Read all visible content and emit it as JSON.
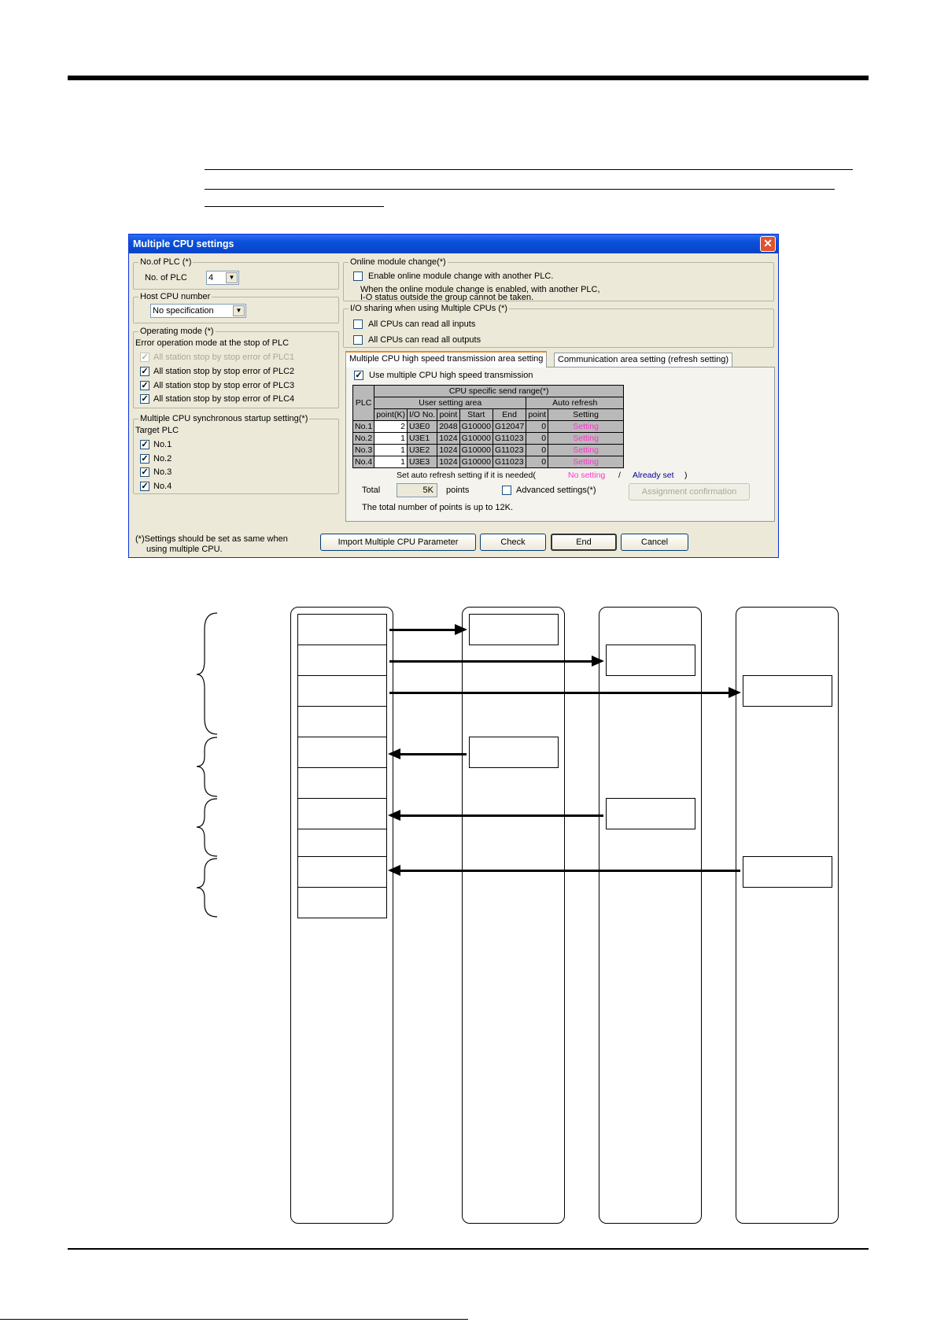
{
  "dialog": {
    "title": "Multiple CPU settings",
    "no_of_plc": {
      "legend": "No.of PLC (*)",
      "label": "No. of PLC",
      "value": "4"
    },
    "host_cpu": {
      "legend": "Host CPU number",
      "value": "No specification"
    },
    "operating_mode": {
      "legend": "Operating mode (*)",
      "label": "Error operation mode at the stop of PLC",
      "items": [
        "All station stop by stop error of PLC1",
        "All station stop by stop error of PLC2",
        "All station stop by stop error of PLC3",
        "All station stop by stop error of PLC4"
      ]
    },
    "sync_startup": {
      "legend": "Multiple CPU synchronous startup setting(*)",
      "label": "Target PLC",
      "items": [
        "No.1",
        "No.2",
        "No.3",
        "No.4"
      ]
    },
    "footnote_1": "(*)Settings should be set as same when",
    "footnote_2": "using multiple CPU.",
    "online_change": {
      "legend": "Online module change(*)",
      "checkbox": "Enable online module change with another PLC.",
      "note_1": "When the online module change is enabled, with another PLC,",
      "note_2": "I-O status outside the group cannot be taken."
    },
    "io_sharing": {
      "legend": "I/O sharing when using Multiple CPUs (*)",
      "inputs": "All CPUs can read all inputs",
      "outputs": "All CPUs can read all outputs"
    },
    "tabs": {
      "high_speed": "Multiple CPU high speed transmission area setting",
      "refresh": "Communication area setting (refresh setting)"
    },
    "use_high_speed": "Use multiple CPU high speed transmission",
    "table": {
      "plc": "PLC",
      "send_range": "CPU specific send range(*)",
      "user_area": "User setting area",
      "auto_refresh": "Auto refresh",
      "col_point_k": "point(K)",
      "col_io": "I/O No.",
      "col_point": "point",
      "col_start": "Start",
      "col_end": "End",
      "col_ar_point": "point",
      "col_setting": "Setting",
      "rows": [
        {
          "plc": "No.1",
          "point_k": "2",
          "io": "U3E0",
          "point": "2048",
          "start": "G10000",
          "end": "G12047",
          "ar_point": "0",
          "setting": "Setting"
        },
        {
          "plc": "No.2",
          "point_k": "1",
          "io": "U3E1",
          "point": "1024",
          "start": "G10000",
          "end": "G11023",
          "ar_point": "0",
          "setting": "Setting"
        },
        {
          "plc": "No.3",
          "point_k": "1",
          "io": "U3E2",
          "point": "1024",
          "start": "G10000",
          "end": "G11023",
          "ar_point": "0",
          "setting": "Setting"
        },
        {
          "plc": "No.4",
          "point_k": "1",
          "io": "U3E3",
          "point": "1024",
          "start": "G10000",
          "end": "G11023",
          "ar_point": "0",
          "setting": "Setting"
        }
      ]
    },
    "legend_note": "Set auto refresh setting if it is needed(",
    "no_setting": "No setting",
    "slash": "/",
    "already_set": "Already set",
    "close_paren": ")",
    "total_label": "Total",
    "total_value": "5K",
    "points": "points",
    "advanced": "Advanced settings(*)",
    "assignment_btn": "Assignment confirmation",
    "total_note": "The total number of points is up to 12K.",
    "buttons": {
      "import": "Import Multiple CPU Parameter",
      "check": "Check",
      "end": "End",
      "cancel": "Cancel"
    },
    "colors": {
      "title_bar": "#0a4fd8",
      "no_setting": "#ff33cc",
      "already_set": "#000099",
      "dialog_bg": "#ece9d8"
    }
  }
}
